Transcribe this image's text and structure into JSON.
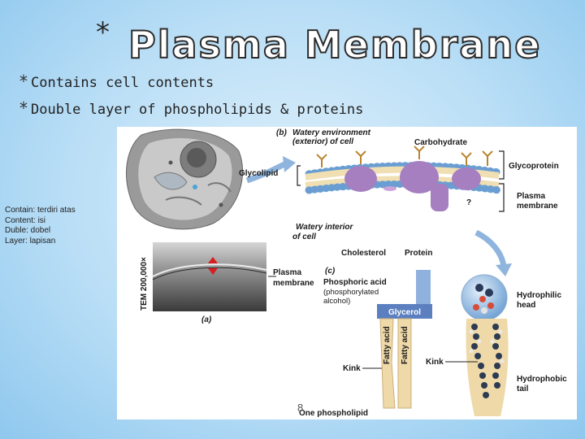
{
  "slide": {
    "title_marker": "*",
    "title": "Plasma Membrane",
    "bullets": [
      {
        "marker": "*",
        "text": "Contains cell contents"
      },
      {
        "marker": "*",
        "text": "Double layer of phospholipids & proteins"
      }
    ],
    "vocab_notes": [
      "Contain: terdiri atas",
      "Content: isi",
      "Duble: dobel",
      "Layer: lapisan"
    ],
    "page_number": "8"
  },
  "figure": {
    "part_b": {
      "letter": "(b)",
      "caption_line1": "Watery environment",
      "caption_line2": "(exterior) of cell",
      "carbohydrate": "Carbohydrate",
      "glycoprotein": "Glycoprotein",
      "glycolipid": "Glycolipid",
      "plasma_membrane_line1": "Plasma",
      "plasma_membrane_line2": "membrane",
      "interior_line1": "Watery interior",
      "interior_line2": "of cell",
      "cholesterol": "Cholesterol",
      "protein": "Protein",
      "unknown_glyph": "?"
    },
    "part_a": {
      "letter": "(a)",
      "tem_label": "TEM 200,000×",
      "plasma_membrane_line1": "Plasma",
      "plasma_membrane_line2": "membrane"
    },
    "part_c": {
      "letter": "(c)",
      "phosphoric_line1": "Phosphoric acid",
      "phosphoric_line2": "(phosphorylated",
      "phosphoric_line3": "alcohol)",
      "glycerol": "Glycerol",
      "fatty_acid": "Fatty acid",
      "kink": "Kink",
      "one_phospholipid": "One phospholipid",
      "hydrophilic_line1": "Hydrophilic",
      "hydrophilic_line2": "head",
      "hydrophobic_line1": "Hydrophobic",
      "hydrophobic_line2": "tail"
    },
    "colors": {
      "protein": "#a57fc0",
      "head": "#6a9ed2",
      "glycerol": "#5b7fbf",
      "tail": "#efd9a8",
      "arrow": "#8fb4dd"
    }
  }
}
